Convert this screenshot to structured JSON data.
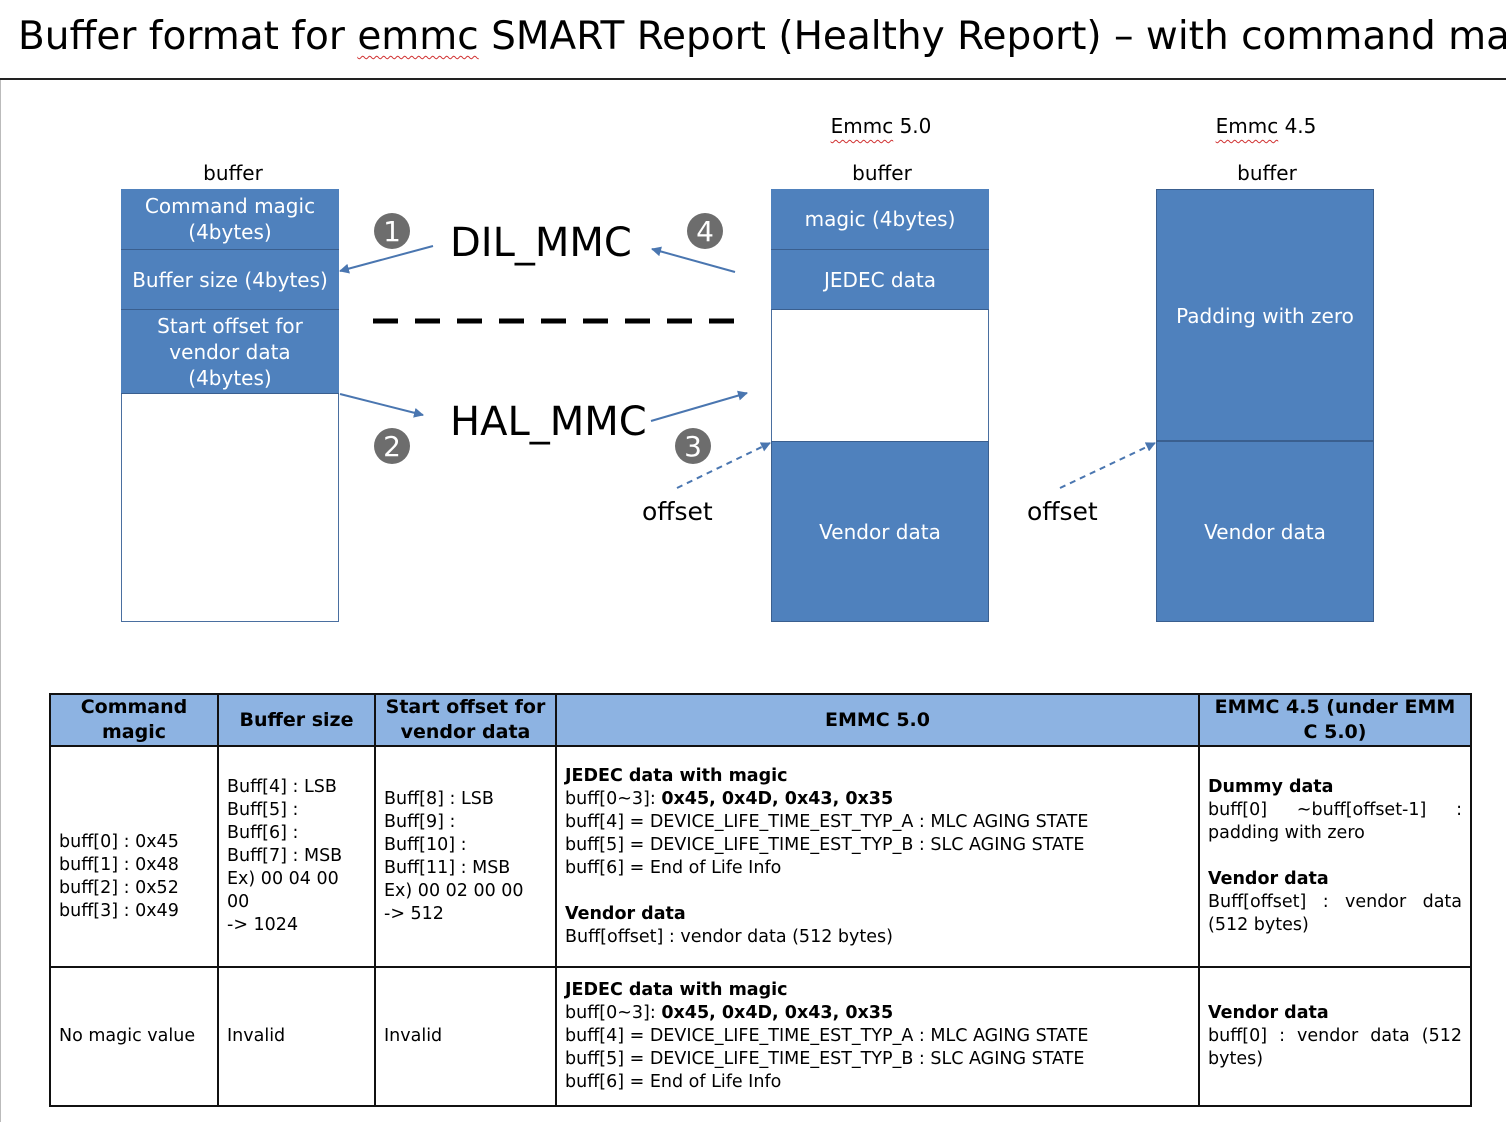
{
  "title": {
    "before": "Buffer format for ",
    "squiggle_word": "emmc",
    "after": " SMART Report (Healthy Report) – with command magic"
  },
  "diagram": {
    "left_buffer": {
      "label": "buffer",
      "blocks": [
        "Command magic\n(4bytes)",
        "Buffer size (4bytes)",
        "Start offset for\nvendor data\n(4bytes)"
      ]
    },
    "emmc50": {
      "caption_word": "Emmc",
      "caption_version": " 5.0",
      "label": "buffer",
      "blocks": [
        "magic (4bytes)",
        "JEDEC data",
        "Vendor data"
      ]
    },
    "emmc45": {
      "caption_word": "Emmc",
      "caption_version": " 4.5",
      "label": "buffer",
      "blocks": [
        "Padding with zero",
        "Vendor data"
      ]
    },
    "dil": "DIL_MMC",
    "hal": "HAL_MMC",
    "steps": [
      "1",
      "2",
      "3",
      "4"
    ],
    "offset_label": "offset"
  },
  "table": {
    "headers": [
      "Command\nmagic",
      "Buffer size",
      "Start offset for\nvendor data",
      "EMMC 5.0",
      "EMMC 4.5 (under EMM\nC 5.0)"
    ],
    "row1": {
      "magic": "buff[0] : 0x45\nbuff[1] : 0x48\nbuff[2] : 0x52\nbuff[3] : 0x49",
      "size": "Buff[4] : LSB\nBuff[5] :\nBuff[6] :\nBuff[7] : MSB\nEx) 00 04 00 00\n-> 1024",
      "offset": "Buff[8] : LSB\nBuff[9] :\nBuff[10] :\nBuff[11] : MSB\nEx) 00 02 00 00\n-> 512",
      "emmc50": {
        "jedec_heading": "JEDEC data with magic",
        "magic_prefix": "buff[0~3]: ",
        "magic_values": "0x45, 0x4D, 0x43, 0x35",
        "lines": "buff[4] = DEVICE_LIFE_TIME_EST_TYP_A : MLC AGING STATE\nbuff[5] = DEVICE_LIFE_TIME_EST_TYP_B : SLC AGING STATE\nbuff[6] = End of Life Info",
        "vendor_heading": "Vendor data",
        "vendor_line": "Buff[offset] : vendor data (512 bytes)"
      },
      "emmc45": {
        "dummy_heading": "Dummy data",
        "dummy_line": "buff[0] ~buff[offset-1] : padding with zero",
        "vendor_heading": "Vendor data",
        "vendor_line": "Buff[offset] : vendor data (512 bytes)"
      }
    },
    "row2": {
      "magic": "No magic value",
      "size": "Invalid",
      "offset": "Invalid",
      "emmc50": {
        "jedec_heading": "JEDEC data with magic",
        "magic_prefix": "buff[0~3]: ",
        "magic_values": "0x45, 0x4D, 0x43, 0x35",
        "lines": "buff[4] = DEVICE_LIFE_TIME_EST_TYP_A : MLC AGING STATE\nbuff[5] = DEVICE_LIFE_TIME_EST_TYP_B : SLC AGING STATE\nbuff[6] = End of Life Info"
      },
      "emmc45": {
        "vendor_heading": "Vendor data",
        "vendor_line": "buff[0] : vendor data (512 bytes)"
      }
    }
  },
  "colors": {
    "block_fill": "#4f81bd",
    "header_fill": "#8db3e2",
    "arrow": "#4a76b0",
    "step_circle": "#6d6d6d"
  }
}
